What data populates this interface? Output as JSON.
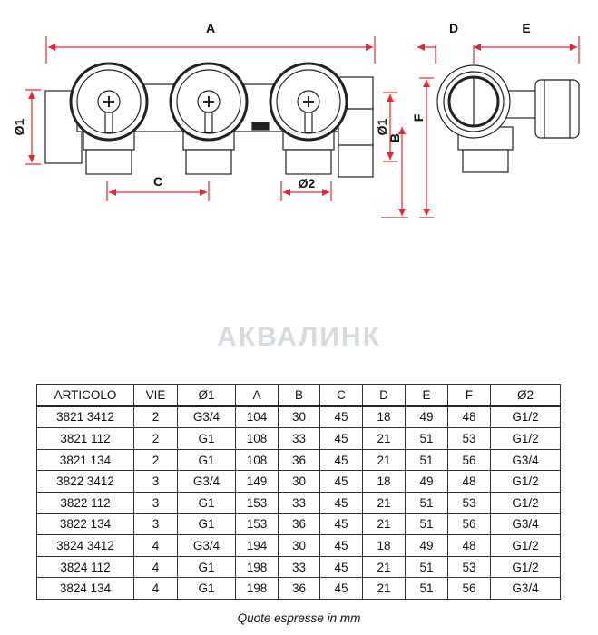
{
  "drawing": {
    "dimension_labels": {
      "A": "A",
      "B": "B",
      "C": "C",
      "D": "D",
      "E": "E",
      "F": "F",
      "d1": "Ø1",
      "d2": "Ø2"
    },
    "dimension_color": "#e8262b"
  },
  "watermark": {
    "text": "АКВАЛИНК"
  },
  "table": {
    "headers": [
      "ARTICOLO",
      "VIE",
      "Ø1",
      "A",
      "B",
      "C",
      "D",
      "E",
      "F",
      "Ø2"
    ],
    "rows": [
      [
        "3821 3412",
        "2",
        "G3/4",
        "104",
        "30",
        "45",
        "18",
        "49",
        "48",
        "G1/2"
      ],
      [
        "3821 112",
        "2",
        "G1",
        "108",
        "33",
        "45",
        "21",
        "51",
        "53",
        "G1/2"
      ],
      [
        "3821 134",
        "2",
        "G1",
        "108",
        "36",
        "45",
        "21",
        "51",
        "56",
        "G3/4"
      ],
      [
        "3822 3412",
        "3",
        "G3/4",
        "149",
        "30",
        "45",
        "18",
        "49",
        "48",
        "G1/2"
      ],
      [
        "3822 112",
        "3",
        "G1",
        "153",
        "33",
        "45",
        "21",
        "51",
        "53",
        "G1/2"
      ],
      [
        "3822 134",
        "3",
        "G1",
        "153",
        "36",
        "45",
        "21",
        "51",
        "56",
        "G3/4"
      ],
      [
        "3824 3412",
        "4",
        "G3/4",
        "194",
        "30",
        "45",
        "18",
        "49",
        "48",
        "G1/2"
      ],
      [
        "3824 112",
        "4",
        "G1",
        "198",
        "33",
        "45",
        "21",
        "51",
        "53",
        "G1/2"
      ],
      [
        "3824 134",
        "4",
        "G1",
        "198",
        "36",
        "45",
        "21",
        "51",
        "56",
        "G3/4"
      ]
    ]
  },
  "caption": "Quote espresse in mm"
}
